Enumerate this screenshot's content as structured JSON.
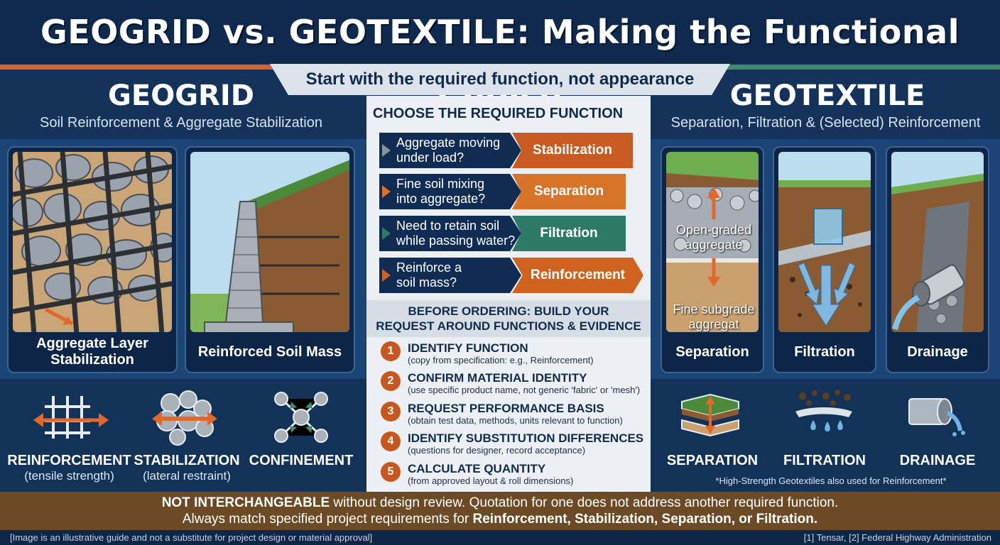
{
  "title": "GEOGRID vs. GEOTEXTILE: Making the Functional Choice",
  "banner": "Start with the required function, not appearance",
  "colors": {
    "navy": "#0f2a4e",
    "orange": "#d8642a",
    "green": "#3f8a6e",
    "brown": "#6b4a25"
  },
  "left": {
    "title": "GEOGRID",
    "subtitle": "Soil Reinforcement & Aggregate Stabilization",
    "cards": [
      {
        "label": "Aggregate Layer Stabilization",
        "icon": "geogrid-aggregate-illustration"
      },
      {
        "label": "Reinforced Soil Mass",
        "icon": "retaining-wall-illustration"
      }
    ],
    "icons": [
      {
        "label": "REINFORCEMENT",
        "sub": "(tensile strength)",
        "icon": "grid-tension-icon"
      },
      {
        "label": "STABILIZATION",
        "sub": "(lateral restraint)",
        "icon": "stone-restraint-icon"
      },
      {
        "label": "CONFINEMENT",
        "sub": "",
        "icon": "confinement-nodes-icon"
      }
    ]
  },
  "center": {
    "choose_heading": "CHOOSE THE REQUIRED FUNCTION",
    "questions": [
      {
        "q1": "Aggregate moving",
        "q2": "under load?",
        "fn": "Stabilization",
        "color": "#c95a22"
      },
      {
        "q1": "Fine soil mixing",
        "q2": "into aggregate?",
        "fn": "Separation",
        "color": "#d8732a"
      },
      {
        "q1": "Need to retain soil",
        "q2": "while passing water?",
        "fn": "Filtration",
        "color": "#2f7a66"
      },
      {
        "q1": "Reinforce a",
        "q2": "soil mass?",
        "fn": "Reinforcement",
        "color": "#d0621f"
      }
    ],
    "before_heading_1": "BEFORE ORDERING: BUILD YOUR",
    "before_heading_2": "REQUEST AROUND FUNCTIONS & EVIDENCE",
    "steps": [
      {
        "n": "1",
        "t": "IDENTIFY FUNCTION",
        "d": "(copy from specification: e.g., Reinforcement)"
      },
      {
        "n": "2",
        "t": "CONFIRM MATERIAL IDENTITY",
        "d": "(use specific product name, not generic 'fabric' or 'mesh')"
      },
      {
        "n": "3",
        "t": "REQUEST PERFORMANCE BASIS",
        "d": "(obtain test data, methods, units relevant to function)"
      },
      {
        "n": "4",
        "t": "IDENTIFY SUBSTITUTION DIFFERENCES",
        "d": "(questions for designer, record acceptance)"
      },
      {
        "n": "5",
        "t": "CALCULATE QUANTITY",
        "d": "(from approved layout & roll dimensions)"
      }
    ]
  },
  "right": {
    "title": "GEOTEXTILE",
    "subtitle": "Separation, Filtration & (Selected) Reinforcement",
    "sep_label_top_1": "Open-graded",
    "sep_label_top_2": "aggregate",
    "sep_label_bottom_1": "Fine subgrade",
    "sep_label_bottom_2": "aggregat",
    "cards": [
      {
        "label": "Separation",
        "icon": "separation-illustration"
      },
      {
        "label": "Filtration",
        "icon": "filtration-illustration"
      },
      {
        "label": "Drainage",
        "icon": "drainage-pipe-illustration"
      }
    ],
    "icons": [
      {
        "label": "SEPARATION",
        "icon": "separation-layers-icon"
      },
      {
        "label": "FILTRATION",
        "icon": "filtration-drops-icon"
      },
      {
        "label": "DRAINAGE",
        "icon": "drainage-pipe-icon"
      }
    ],
    "note": "*High-Strength Geotextiles also used for Reinforcement*"
  },
  "footer": {
    "l1_bold": "NOT INTERCHANGEABLE",
    "l1_rest": " without design review. Quotation for one does not address another required function.",
    "l2_pre": "Always match specified project requirements for ",
    "l2_bold": "Reinforcement, Stabilization, Separation, or Filtration.",
    "disclaimer": "[Image is an illustrative guide and not a substitute for project design or material approval]",
    "refs": "[1] Tensar, [2] Federal Highway Administration"
  }
}
